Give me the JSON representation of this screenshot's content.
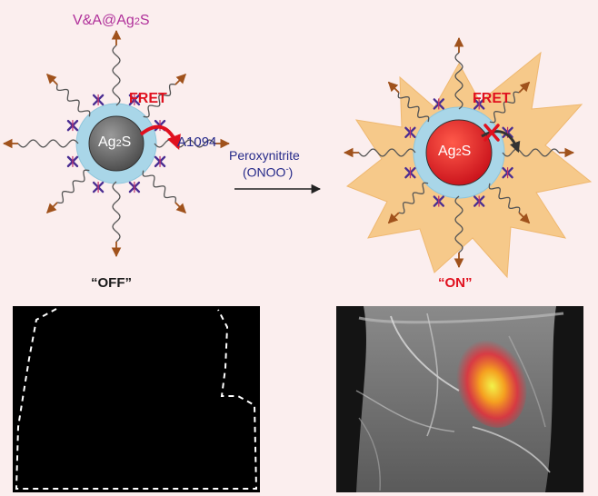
{
  "title": {
    "text": "V&A@Ag",
    "sub": "2",
    "tail": "S"
  },
  "off_core": {
    "text": "Ag",
    "sub": "2",
    "tail": "S"
  },
  "on_core": {
    "text": "Ag",
    "sub": "2",
    "tail": "S"
  },
  "fret_off": "FRET",
  "fret_on": "FRET",
  "dye_label": "A1094",
  "arrow": {
    "line1": "Peroxynitrite",
    "line2_pre": "(ONOO",
    "line2_sup": "-",
    "line2_post": ")"
  },
  "state_off": "“OFF”",
  "state_on": "“ON”",
  "colors": {
    "background": "#fbeeee",
    "fret_red": "#e0101e",
    "title_magenta": "#b0309a",
    "arrow_text": "#262a8a",
    "core_off": "#585858",
    "core_on": "#e31622",
    "shell": "#a9d6e8",
    "burst": "#f6c98a",
    "dye_star": "#4a2d92",
    "tip_arrow": "#a0521c"
  },
  "icons": [
    "fret-curved-arrow-icon",
    "blocked-x-icon",
    "dye-star-icon",
    "ligand-arrow-icon"
  ],
  "panels": {
    "off": "black image with dashed white outline",
    "on": "grayscale image with red-yellow signal"
  }
}
